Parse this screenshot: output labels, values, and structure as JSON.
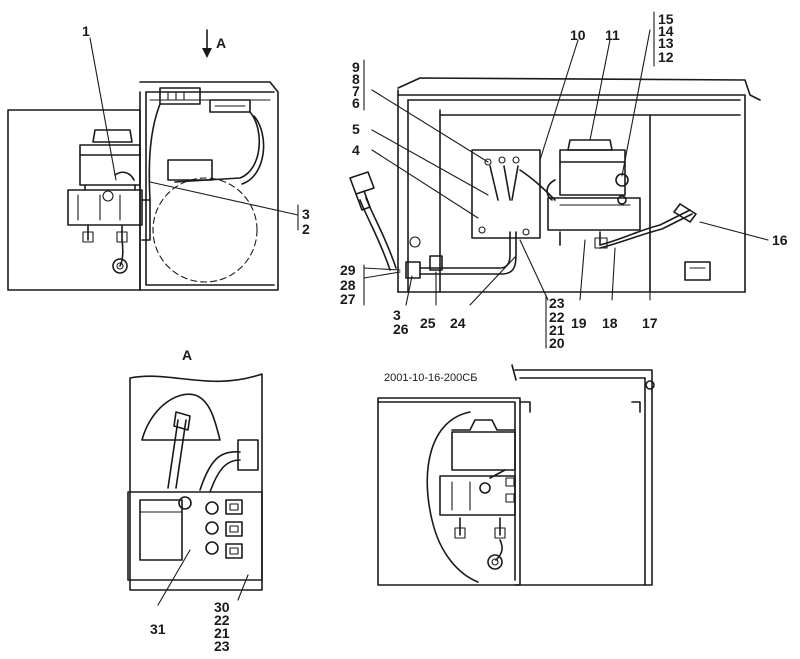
{
  "view_label": "A",
  "view_label_detail": "A",
  "drawing_code": "2001-10-16-200СБ",
  "callouts": {
    "c1": "1",
    "c2": "2",
    "c3": "3",
    "c4": "4",
    "c5": "5",
    "c6": "6",
    "c7": "7",
    "c8": "8",
    "c9": "9",
    "c10": "10",
    "c11": "11",
    "c12": "12",
    "c13": "13",
    "c14": "14",
    "c15": "15",
    "c16": "16",
    "c17": "17",
    "c18": "18",
    "c19": "19",
    "c20": "20",
    "c21": "21",
    "c22": "22",
    "c23": "23",
    "c24": "24",
    "c25": "25",
    "c26": "26",
    "c3b": "3",
    "c27": "27",
    "c28": "28",
    "c29": "29",
    "c31": "31",
    "c30": "30",
    "c22b": "22",
    "c21b": "21",
    "c23b": "23"
  }
}
